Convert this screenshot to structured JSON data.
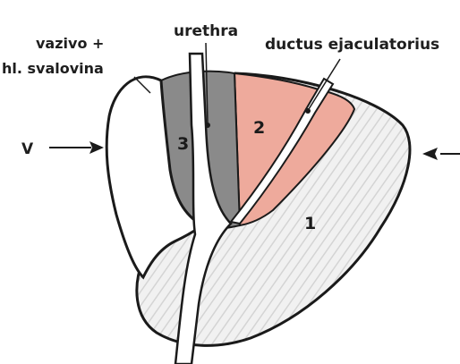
{
  "labels": {
    "urethra": "urethra",
    "vazivo_line1": "vazivo +",
    "vazivo_line2": "hl. svalovina",
    "ductus": "ductus ejaculatorius",
    "v_left": "V"
  },
  "zones": {
    "zone1": "1",
    "zone2": "2",
    "zone3": "3"
  },
  "colors": {
    "zone1_fill": "#efefef",
    "zone1_hatch": "#d6d6d6",
    "zone2_fill": "#eeaa9c",
    "zone3_fill": "#8a8a8a",
    "fibromuscular_fill": "#ffffff",
    "outline": "#1a1a1a",
    "background": "#ffffff"
  }
}
